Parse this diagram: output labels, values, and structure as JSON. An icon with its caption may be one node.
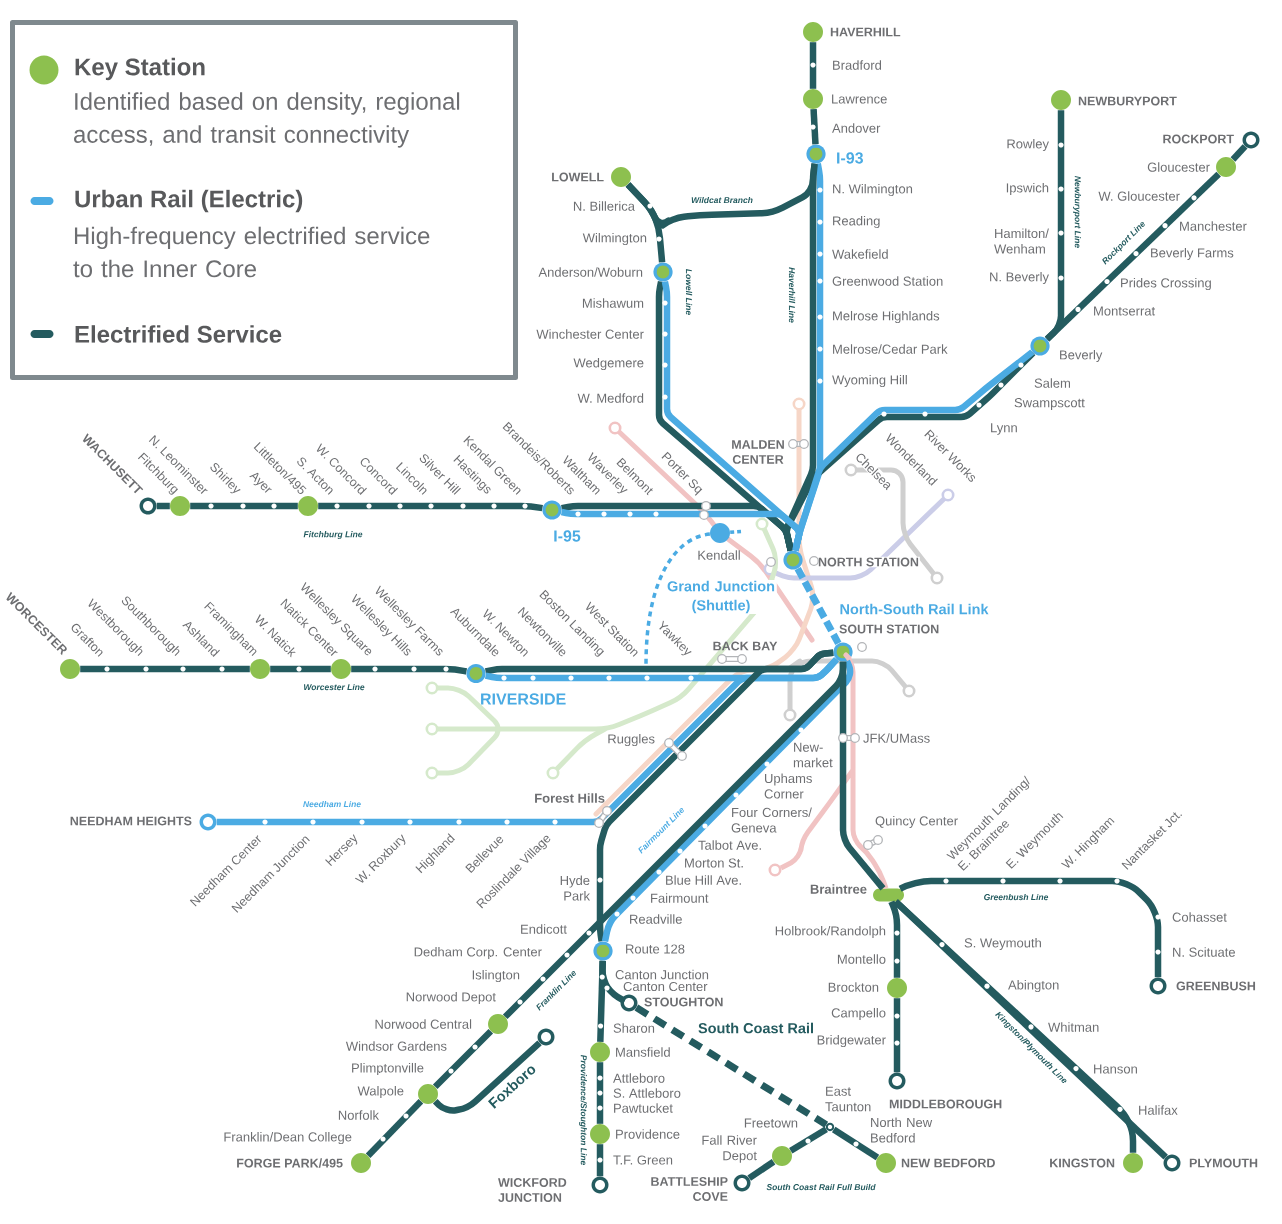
{
  "diagram": {
    "nodes": [
      {
        "text": [],
        "shape": "circle",
        "beside": [
          "HAVERHILL"
        ]
      },
      {
        "text": [],
        "shape": "circle",
        "beside": [
          "Lawrence"
        ]
      },
      {
        "text": [],
        "shape": "circle",
        "beside": [
          "NEWBURYPORT"
        ]
      },
      {
        "text": [],
        "shape": "circle",
        "beside": [
          "I-93"
        ]
      },
      {
        "text": [],
        "shape": "circle",
        "beside": [
          "ROCKPORT"
        ]
      },
      {
        "text": [],
        "shape": "circle",
        "beside": [
          "LOWELL"
        ]
      },
      {
        "text": [],
        "shape": "circle",
        "beside": [
          "Gloucester"
        ]
      },
      {
        "text": [],
        "shape": "circle",
        "beside": [
          "Anderson/Woburn"
        ]
      },
      {
        "text": [],
        "shape": "circle",
        "beside": [
          "Beverly"
        ]
      },
      {
        "text": [],
        "shape": "circle",
        "beside": [
          "WACHUSETT"
        ]
      },
      {
        "text": [],
        "shape": "circle",
        "beside": [
          "Fitchburg"
        ]
      },
      {
        "text": [],
        "shape": "circle",
        "beside": [
          "Littleton/495"
        ]
      },
      {
        "text": [],
        "shape": "circle",
        "beside": [
          "I-95"
        ]
      },
      {
        "text": [],
        "shape": "circle",
        "beside": [
          "Kendall"
        ]
      },
      {
        "text": [],
        "shape": "circle",
        "beside": [
          "NORTH STATION"
        ]
      },
      {
        "text": [],
        "shape": "circle",
        "beside": [
          "SOUTH STATION"
        ]
      },
      {
        "text": [],
        "shape": "circle",
        "beside": [
          "WORCESTER"
        ]
      },
      {
        "text": [],
        "shape": "circle",
        "beside": [
          "Framingham"
        ]
      },
      {
        "text": [],
        "shape": "circle",
        "beside": [
          "Natick Center"
        ]
      },
      {
        "text": [],
        "shape": "circle",
        "beside": [
          "RIVERSIDE"
        ]
      },
      {
        "text": [],
        "shape": "circle",
        "beside": [
          "NEEDHAM HEIGHTS"
        ]
      },
      {
        "text": [],
        "shape": "bar",
        "beside": [
          "Braintree"
        ]
      },
      {
        "text": [],
        "shape": "circle",
        "beside": [
          "Route 128"
        ]
      },
      {
        "text": [],
        "shape": "circle",
        "beside": [
          "GREENBUSH"
        ]
      },
      {
        "text": [],
        "shape": "circle",
        "beside": [
          "Brockton"
        ]
      },
      {
        "text": [],
        "shape": "circle",
        "beside": [
          "STOUGHTON"
        ]
      },
      {
        "text": [],
        "shape": "circle",
        "beside": [
          "Norwood Central"
        ]
      },
      {
        "text": [],
        "shape": "circle"
      },
      {
        "text": [],
        "shape": "circle",
        "beside": [
          "Mansfield"
        ]
      },
      {
        "text": [],
        "shape": "circle",
        "beside": [
          "Walpole"
        ]
      },
      {
        "text": [],
        "shape": "circle",
        "beside": [
          "MIDDLEBOROUGH"
        ]
      },
      {
        "text": [],
        "shape": "circle",
        "beside": [
          "Providence"
        ]
      },
      {
        "text": [],
        "shape": "circle",
        "beside": [
          "East Taunton"
        ]
      },
      {
        "text": [],
        "shape": "circle",
        "beside": [
          "WICKFORD JUNCTION"
        ]
      },
      {
        "text": [],
        "shape": "circle",
        "beside": [
          "FORGE PARK/495"
        ]
      },
      {
        "text": [],
        "shape": "circle",
        "beside": [
          "Fall River Depot"
        ]
      },
      {
        "text": [],
        "shape": "circle",
        "beside": [
          "NEW BEDFORD"
        ]
      },
      {
        "text": [],
        "shape": "circle",
        "beside": [
          "KINGSTON"
        ]
      },
      {
        "text": [],
        "shape": "circle",
        "beside": [
          "PLYMOUTH"
        ]
      },
      {
        "text": [],
        "shape": "circle",
        "beside": [
          "BATTLESHIP COVE"
        ]
      }
    ],
    "edges": [
      {
        "from": 0,
        "to": 1,
        "arrow": "none"
      },
      {
        "from": 1,
        "to": 3,
        "arrow": "none"
      },
      {
        "from": 3,
        "to": 14,
        "arrow": "none",
        "label": "Haverhill Line"
      },
      {
        "from": 3,
        "to": 14,
        "arrow": "none",
        "color": "#4babe3"
      },
      {
        "from": 5,
        "to": 3,
        "arrow": "none",
        "label": "Wildcat Branch"
      },
      {
        "from": 5,
        "to": 7,
        "arrow": "none"
      },
      {
        "from": 7,
        "to": 14,
        "arrow": "none"
      },
      {
        "from": 7,
        "to": 14,
        "arrow": "none",
        "label": "Lowell Line",
        "color": "#4babe3"
      },
      {
        "from": 2,
        "to": 8,
        "arrow": "none",
        "label": "Newburyport Line"
      },
      {
        "from": 4,
        "to": 6,
        "arrow": "none"
      },
      {
        "from": 6,
        "to": 8,
        "arrow": "none",
        "label": "Rockport Line"
      },
      {
        "from": 8,
        "to": 14,
        "arrow": "none"
      },
      {
        "from": 8,
        "to": 14,
        "arrow": "none",
        "color": "#4babe3"
      },
      {
        "from": 9,
        "to": 10,
        "arrow": "none"
      },
      {
        "from": 10,
        "to": 11,
        "arrow": "none"
      },
      {
        "from": 11,
        "to": 12,
        "arrow": "none",
        "label": "Fitchburg Line"
      },
      {
        "from": 12,
        "to": 14,
        "arrow": "none"
      },
      {
        "from": 12,
        "to": 14,
        "arrow": "none",
        "color": "#4babe3"
      },
      {
        "from": 13,
        "to": null,
        "arrow": "none",
        "label": "Grand Junction (Shuttle)",
        "style": "dashed",
        "color": "#4babe3"
      },
      {
        "from": 13,
        "to": null,
        "arrow": "none",
        "style": "dashed",
        "color": "#4babe3"
      },
      {
        "from": 14,
        "to": 15,
        "arrow": "none",
        "label": "North-South Rail Link",
        "style": "dashed",
        "color": "#4babe3"
      },
      {
        "from": 16,
        "to": 17,
        "arrow": "none"
      },
      {
        "from": 17,
        "to": 18,
        "arrow": "none",
        "label": "Worcester Line"
      },
      {
        "from": 18,
        "to": 19,
        "arrow": "none"
      },
      {
        "from": 19,
        "to": 15,
        "arrow": "none"
      },
      {
        "from": 19,
        "to": 15,
        "arrow": "none",
        "color": "#4babe3"
      },
      {
        "from": 20,
        "to": 15,
        "arrow": "none",
        "label": "Needham Line",
        "color": "#4babe3"
      },
      {
        "from": 15,
        "to": 22,
        "arrow": "none"
      },
      {
        "from": 22,
        "to": 25,
        "arrow": "none"
      },
      {
        "from": 22,
        "to": 28,
        "arrow": "none"
      },
      {
        "from": 28,
        "to": 31,
        "arrow": "none",
        "label": "Providence/Stoughton Line"
      },
      {
        "from": 31,
        "to": 33,
        "arrow": "none"
      },
      {
        "from": 15,
        "to": 22,
        "arrow": "none",
        "label": "Fairmount Line",
        "color": "#4babe3"
      },
      {
        "from": 15,
        "to": 26,
        "arrow": "none",
        "label": "Franklin Line"
      },
      {
        "from": 26,
        "to": 29,
        "arrow": "none"
      },
      {
        "from": 29,
        "to": 34,
        "arrow": "none"
      },
      {
        "from": 29,
        "to": 27,
        "arrow": "none",
        "label": "Foxboro"
      },
      {
        "from": 15,
        "to": 21,
        "arrow": "none"
      },
      {
        "from": 21,
        "to": 23,
        "arrow": "none",
        "label": "Greenbush Line"
      },
      {
        "from": 21,
        "to": 37,
        "arrow": "none",
        "label": "Kingston/Plymouth Line"
      },
      {
        "from": 21,
        "to": 38,
        "arrow": "none"
      },
      {
        "from": 21,
        "to": 24,
        "arrow": "none"
      },
      {
        "from": 24,
        "to": 30,
        "arrow": "none"
      },
      {
        "from": 25,
        "to": 32,
        "arrow": "none",
        "label": "South Coast Rail",
        "style": "dashed"
      },
      {
        "from": 32,
        "to": 36,
        "arrow": "none"
      },
      {
        "from": 32,
        "to": 35,
        "arrow": "none"
      },
      {
        "from": 35,
        "to": 39,
        "arrow": "none",
        "label": "South Coast Rail Full Build"
      },
      {
        "from": 15,
        "to": 21,
        "arrow": "none",
        "color": "#f1c3c3"
      }
    ],
    "labels": [
      "Identified based on density, regional access, and transit connectivity",
      "High-frequency electrified service to the Inner Core",
      "Bradford",
      "Andover",
      "Rowley",
      "N. Wilmington",
      "Ipswich",
      "W. Gloucester",
      "N. Billerica",
      "Reading",
      "Manchester",
      "Wilmington",
      "Hamilton/ Wenham",
      "Wakefield",
      "Beverly Farms",
      "Greenwood Station",
      "N. Beverly",
      "Prides Crossing",
      "Mishawum",
      "Melrose Highlands",
      "Montserrat",
      "Winchester Center",
      "Melrose/Cedar Park",
      "Wedgemere",
      "Wyoming Hill",
      "Salem",
      "W. Medford",
      "Swampscott",
      "N. Leominster",
      "Shirley",
      "Ayer",
      "S. Acton",
      "W. Concord",
      "Concord",
      "Lincoln",
      "Silver Hill",
      "Hastings",
      "Kendal Green",
      "Brandeis/Roberts",
      "Waltham",
      "Waverley",
      "Belmont",
      "Porter Sq",
      "MALDEN CENTER",
      "Chelsea",
      "Wonderland",
      "River Works",
      "Lynn",
      "Grafton",
      "Westborough",
      "Southborough",
      "Ashland",
      "W. Natick",
      "Wellesley Square",
      "Wellesley Hills",
      "Wellesley Farms",
      "Auburndale",
      "W. Newton",
      "Newtonville",
      "Boston Landing",
      "West Station",
      "Yawkey",
      "BACK BAY",
      "Ruggles",
      "New- market",
      "JFK/UMass",
      "Forest Hills",
      "Uphams Corner",
      "Four Corners/ Geneva",
      "Needham Center",
      "Needham Junction",
      "Hersey",
      "W. Roxbury",
      "Highland",
      "Bellevue",
      "Roslindale Village",
      "Quincy Center",
      "Weymouth Landing/ E. Braintree",
      "E. Weymouth",
      "W. Hingham",
      "Nantasket Jct.",
      "Talbot Ave.",
      "Morton St.",
      "Hyde Park",
      "Blue Hill Ave.",
      "Fairmount",
      "Endicott",
      "Readville",
      "Holbrook/Randolph",
      "S. Weymouth",
      "Cohasset",
      "Dedham Corp. Center",
      "Canton Junction",
      "Montello",
      "N. Scituate",
      "Islington",
      "Canton Center",
      "Abington",
      "Norwood Depot",
      "Campello",
      "Sharon",
      "Whitman",
      "Windsor Gardens",
      "Bridgewater",
      "Plimptonville",
      "Attleboro",
      "Hanson",
      "S. Attleboro",
      "Norfolk",
      "Pawtucket",
      "Freetown",
      "North New Bedford",
      "Halifax",
      "Franklin/Dean College",
      "T.F. Green"
    ],
    "legend": [
      {
        "text": "Key Station",
        "color": "#8dc04f"
      },
      {
        "text": "Urban Rail (Electric)",
        "color": "#4babe3"
      },
      {
        "text": "Electrified Service",
        "color": "#245b5f"
      }
    ]
  }
}
